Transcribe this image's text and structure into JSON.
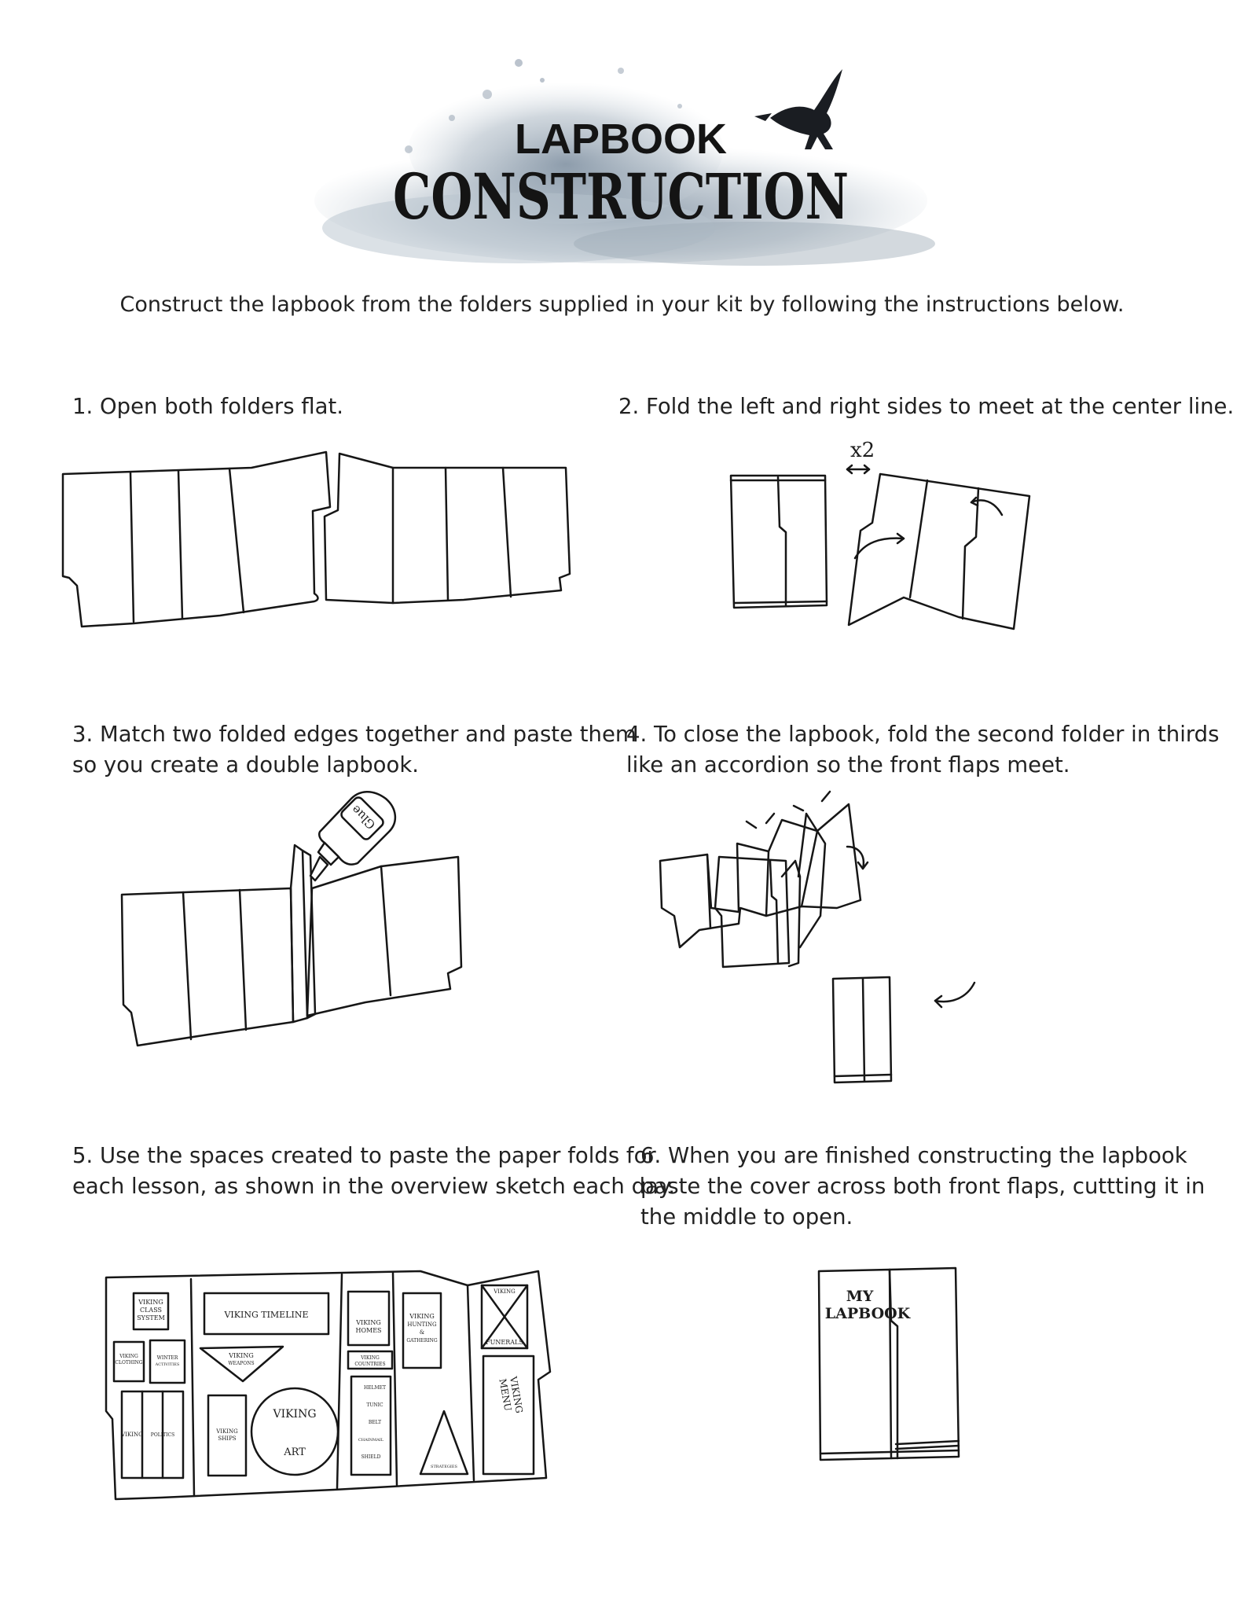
{
  "header": {
    "title_line1": "LAPBOOK",
    "title_line2": "CONSTRUCTION"
  },
  "intro": "Construct the lapbook from the folders supplied in your kit by following the instructions below.",
  "steps": [
    {
      "line1": "1. Open both folders flat.",
      "line2": "",
      "line3": ""
    },
    {
      "line1": "2. Fold the left and right sides to meet at the center line.",
      "line2": "",
      "line3": ""
    },
    {
      "line1": "3. Match two folded edges together and paste them",
      "line2": "so you create a double lapbook.",
      "line3": ""
    },
    {
      "line1": "4. To close the lapbook, fold the second folder in thirds",
      "line2": "like an accordion so the front flaps meet.",
      "line3": ""
    },
    {
      "line1": "5. Use the spaces created to paste the paper folds for",
      "line2": "each lesson, as shown in the overview sketch each day.",
      "line3": ""
    },
    {
      "line1": "6. When you are finished constructing the lapbook",
      "line2": "paste the cover across both front flaps, cuttting it in",
      "line3": "the middle to open."
    }
  ],
  "illustrations": {
    "fold_count": "x2",
    "glue_label": "Glue",
    "cover_label_line1": "MY",
    "cover_label_line2": "LAPBOOK",
    "overview_labels": {
      "class_system_1": "VIKING",
      "class_system_2": "CLASS",
      "class_system_3": "SYSTEM",
      "clothing_1": "VIKING",
      "clothing_2": "CLOTHING",
      "winter_1": "WINTER",
      "winter_2": "ACTIVITIES",
      "timeline": "VIKING TIMELINE",
      "weapons_1": "VIKING",
      "weapons_2": "WEAPONS",
      "art_1": "VIKING",
      "art_2": "ART",
      "ships_1": "VIKING",
      "ships_2": "SHIPS",
      "homes_1": "VIKING",
      "homes_2": "HOMES",
      "countries_1": "VIKING",
      "countries_2": "COUNTRIES",
      "helmet": "HELMET",
      "tunic": "TUNIC",
      "belt": "BELT",
      "chainmail": "CHAINMAIL",
      "shield": "SHIELD",
      "hunting_1": "VIKING",
      "hunting_2": "HUNTING",
      "hunting_3": "&",
      "hunting_4": "GATHERING",
      "strategies": "STRATEGIES",
      "funerals_1": "VIKING",
      "funerals_2": "FUNERALS",
      "menu_1": "VIKING",
      "menu_2": "MENU",
      "politics_1": "VIKING",
      "politics_2": "POLITICS"
    }
  }
}
